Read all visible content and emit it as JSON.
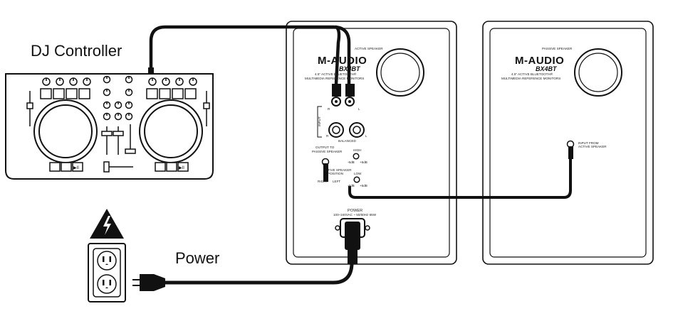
{
  "labels": {
    "dj_controller": "DJ Controller",
    "power": "Power"
  },
  "active_speaker": {
    "heading": "ACTIVE SPEAKER",
    "brand": "M-AUDIO",
    "model": "BX4BT",
    "subtitle_1": "4.5\" ACTIVE BLUETOOTH®",
    "subtitle_2": "MULTIMEDIA REFERENCE MONITORS",
    "input_label": "INPUT",
    "rca_right": "R",
    "rca_left": "L",
    "balanced_right": "R",
    "balanced_left": "L",
    "balanced_label": "BALANCED",
    "output_label_1": "OUTPUT TO",
    "output_label_2": "PASSIVE SPEAKER",
    "high_label": "HIGH",
    "high_minus": "-6dB",
    "high_plus": "+6dB",
    "low_label": "LOW",
    "low_minus": "-6dB",
    "low_plus": "+6dB",
    "active_label_1": "ACTIVE SPEAKER",
    "active_label_2": "POSITION",
    "right_label": "RIGHT",
    "left_label": "LEFT",
    "power_heading": "POWER",
    "power_spec": "100–240VAC ~ 50/60Hz 65W"
  },
  "passive_speaker": {
    "heading": "PASSIVE SPEAKER",
    "brand": "M-AUDIO",
    "model": "BX4BT",
    "subtitle_1": "4.5\" ACTIVE BLUETOOTH®",
    "subtitle_2": "MULTIMEDIA REFERENCE MONITORS",
    "input_label_1": "INPUT FROM",
    "input_label_2": "ACTIVE SPEAKER"
  },
  "controller": {
    "play_glyph_left": "▶II",
    "play_glyph_right": "▶II"
  },
  "colors": {
    "line": "#111111",
    "panel": "#ffffff",
    "warning": "#111111"
  },
  "icons": [
    "dj-controller-icon",
    "speaker-icon",
    "power-outlet-icon",
    "high-voltage-warning-icon",
    "power-plug-icon"
  ]
}
